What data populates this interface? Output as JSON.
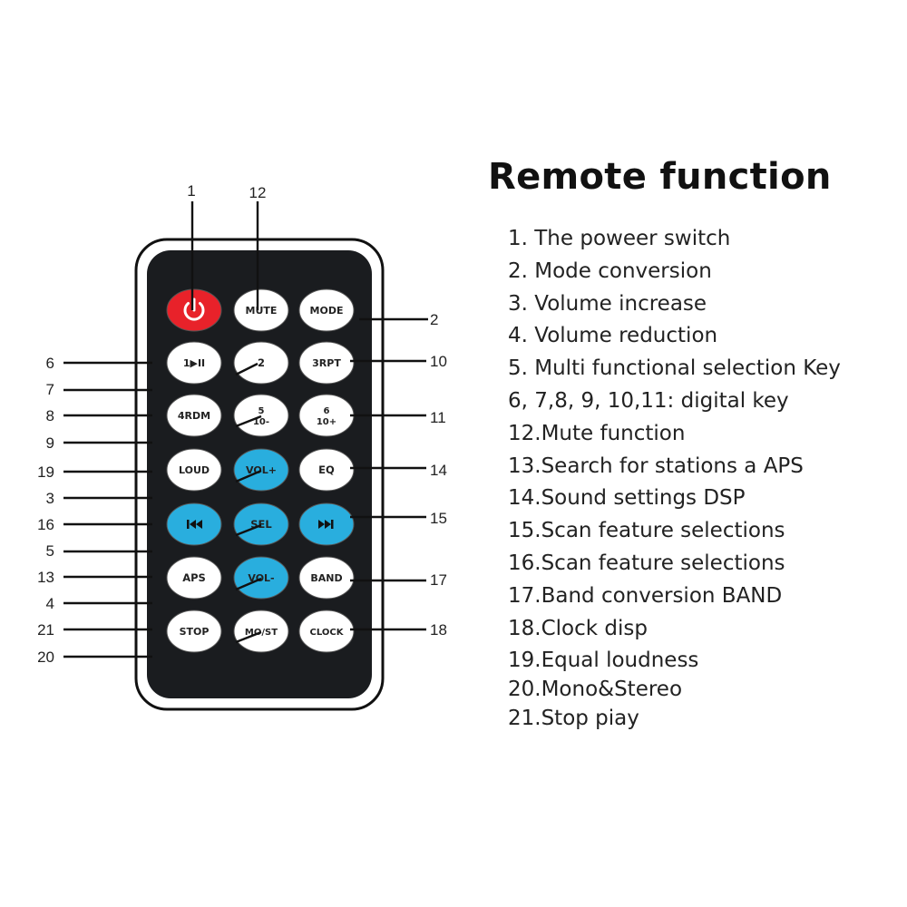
{
  "title": "Remote function",
  "legend": [
    "1. The poweer switch",
    "2. Mode conversion",
    "3. Volume increase",
    "4. Volume reduction",
    "5. Multi functional selection Key",
    "6, 7,8, 9, 10,11: digital key",
    "12.Mute function",
    "13.Search for stations a APS",
    "14.Sound settings DSP",
    "15.Scan feature selections",
    "16.Scan feature selections",
    "17.Band conversion BAND",
    "18.Clock disp",
    "19.Equal loudness",
    "20.Mono&Stereo",
    "21.Stop piay"
  ],
  "buttons": [
    {
      "label": "",
      "icon": "power-icon",
      "color": "#e8222a"
    },
    {
      "label": "MUTE"
    },
    {
      "label": "MODE"
    },
    {
      "label": "1▶II"
    },
    {
      "label": "2"
    },
    {
      "label": "3RPT"
    },
    {
      "label": "4RDM"
    },
    {
      "label": "5",
      "sub": "10-"
    },
    {
      "label": "6",
      "sub": "10+"
    },
    {
      "label": "LOUD"
    },
    {
      "label": "VOL+",
      "color": "#29aede"
    },
    {
      "label": "EQ"
    },
    {
      "label": "",
      "icon": "previous-icon",
      "color": "#29aede"
    },
    {
      "label": "SEL",
      "color": "#29aede"
    },
    {
      "label": "",
      "icon": "next-icon",
      "color": "#29aede"
    },
    {
      "label": "APS"
    },
    {
      "label": "VOL-",
      "color": "#29aede"
    },
    {
      "label": "BAND"
    },
    {
      "label": "STOP"
    },
    {
      "label": "MO/ST"
    },
    {
      "label": "CLOCK"
    }
  ],
  "callouts": {
    "top": [
      "1",
      "12"
    ],
    "left": [
      "6",
      "7",
      "8",
      "9",
      "19",
      "3",
      "16",
      "5",
      "13",
      "4",
      "21",
      "20"
    ],
    "right": [
      "2",
      "10",
      "11",
      "14",
      "15",
      "17",
      "18"
    ]
  }
}
